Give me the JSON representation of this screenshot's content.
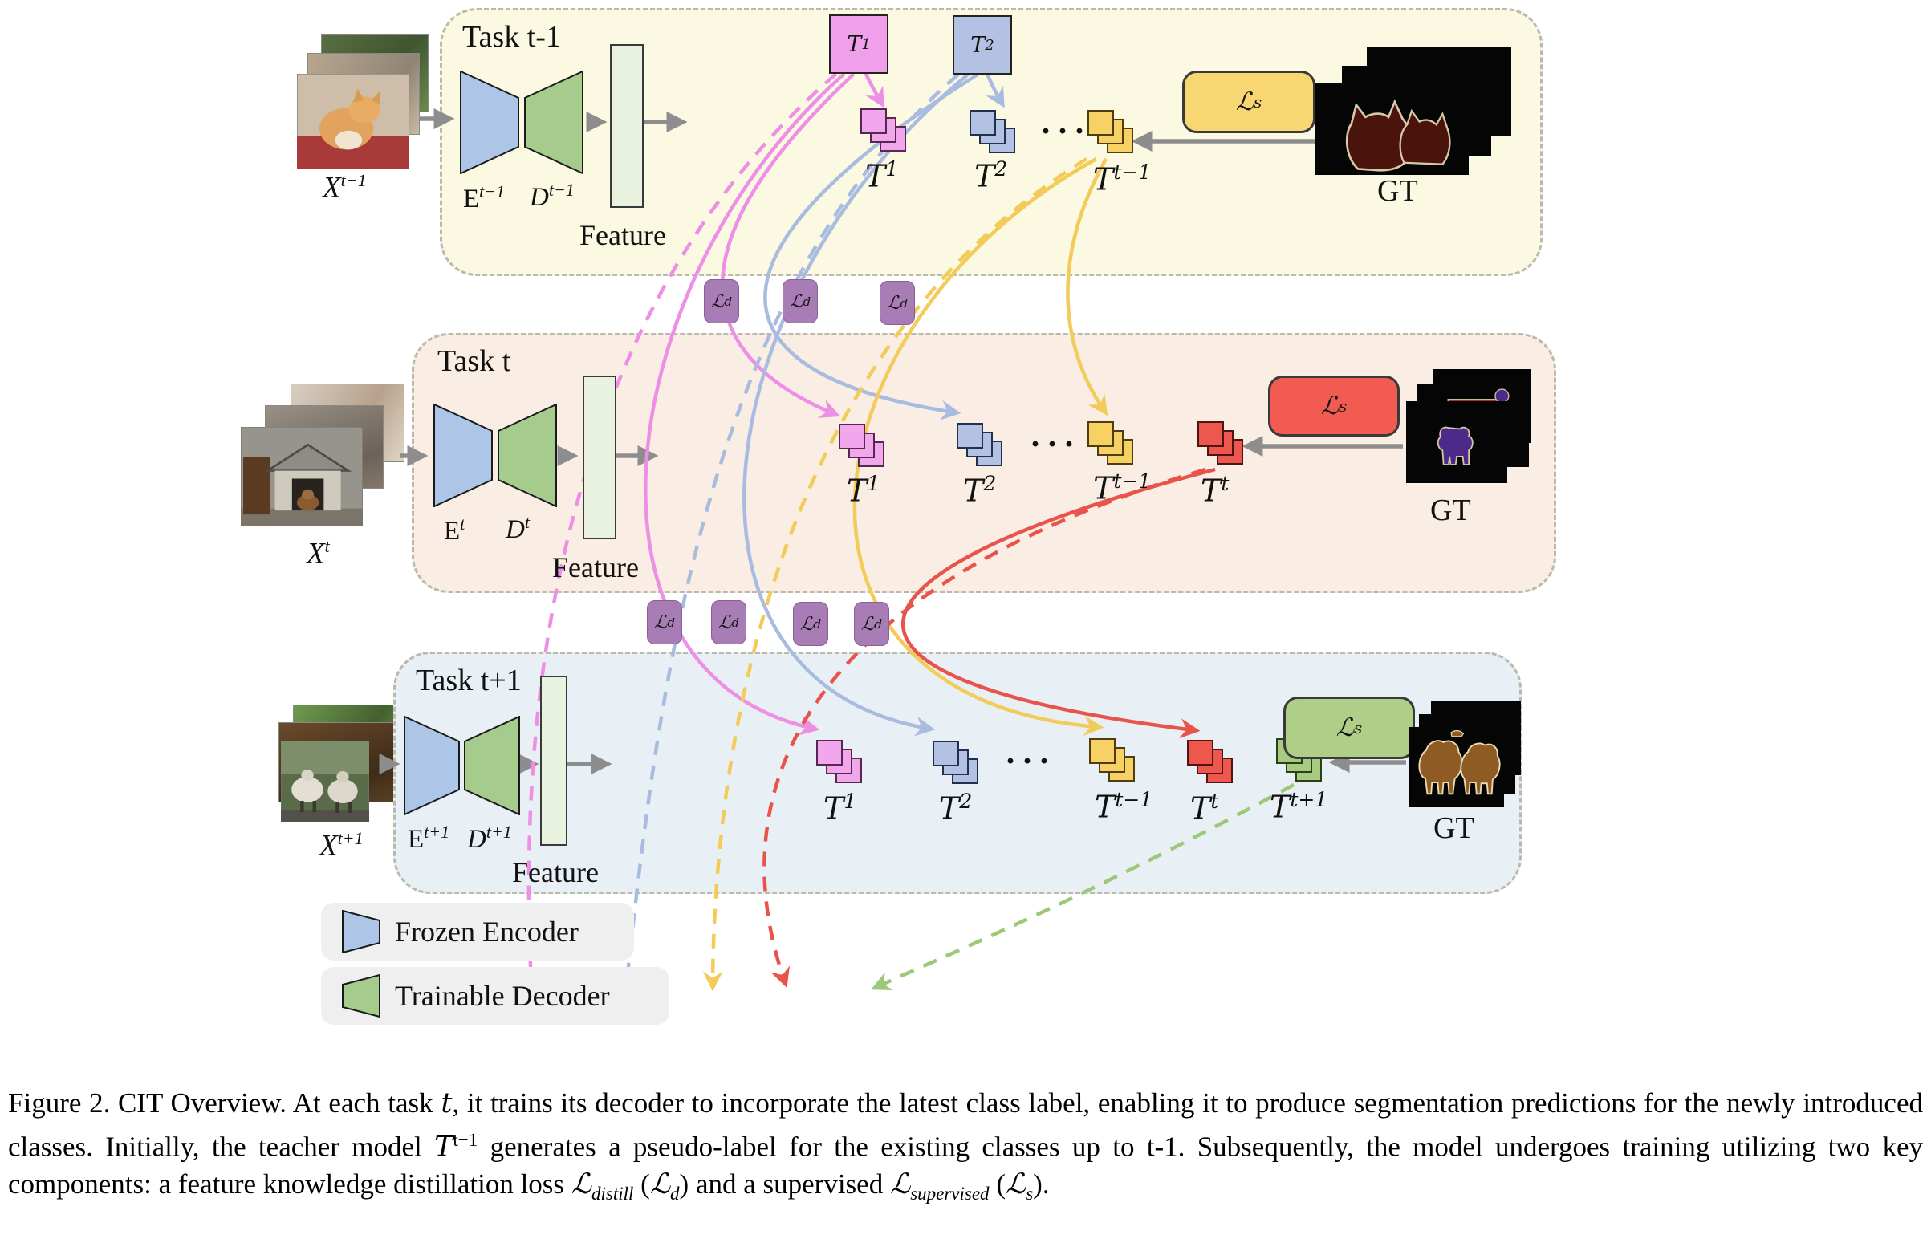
{
  "rows": [
    {
      "title": "Task t-1",
      "input": {
        "base": "X",
        "sup": "t−1"
      },
      "encoder": {
        "base": "E",
        "sup": "t−1"
      },
      "decoder": {
        "base": "D",
        "sup": "t−1"
      },
      "feature": "Feature",
      "gt": "GT",
      "dots": "···",
      "loss_s": {
        "base": "ℒ",
        "sub": "s"
      },
      "top_models": [
        {
          "base": "T",
          "sup": "1"
        },
        {
          "base": "T",
          "sup": "2"
        }
      ],
      "stacks": [
        {
          "base": "T",
          "sup": "1"
        },
        {
          "base": "T",
          "sup": "2"
        },
        {
          "base": "T",
          "sup": "t−1"
        }
      ]
    },
    {
      "title": "Task t",
      "input": {
        "base": "X",
        "sup": "t"
      },
      "encoder": {
        "base": "E",
        "sup": "t"
      },
      "decoder": {
        "base": "D",
        "sup": "t"
      },
      "feature": "Feature",
      "gt": "GT",
      "dots": "···",
      "loss_s": {
        "base": "ℒ",
        "sub": "s"
      },
      "stacks": [
        {
          "base": "T",
          "sup": "1"
        },
        {
          "base": "T",
          "sup": "2"
        },
        {
          "base": "T",
          "sup": "t−1"
        },
        {
          "base": "T",
          "sup": "t"
        }
      ]
    },
    {
      "title": "Task t+1",
      "input": {
        "base": "X",
        "sup": "t+1"
      },
      "encoder": {
        "base": "E",
        "sup": "t+1"
      },
      "decoder": {
        "base": "D",
        "sup": "t+1"
      },
      "feature": "Feature",
      "gt": "GT",
      "dots": "···",
      "loss_s": {
        "base": "ℒ",
        "sub": "s"
      },
      "stacks": [
        {
          "base": "T",
          "sup": "1"
        },
        {
          "base": "T",
          "sup": "2"
        },
        {
          "base": "T",
          "sup": "t−1"
        },
        {
          "base": "T",
          "sup": "t"
        },
        {
          "base": "T",
          "sup": "t+1"
        }
      ]
    }
  ],
  "loss_d": {
    "base": "ℒ",
    "sub": "d"
  },
  "legend": {
    "encoder": "Frozen Encoder",
    "decoder": "Trainable Decoder"
  },
  "caption": {
    "p1": "Figure 2.  CIT Overview.  At each task ",
    "t1": "t",
    "p2": ", it trains its decoder to incorporate the latest class label, enabling it to produce segmentation predictions for the newly introduced classes.  Initially, the teacher model ",
    "T": "T",
    "Tsup": "t−1",
    "p3": " generates a pseudo-label for the existing classes up to t-1.  Subsequently, the model undergoes training utilizing two key components:  a feature knowledge distillation loss ",
    "Ldist": "ℒ",
    "Ldistsub": "distill",
    "p4": " (",
    "Ld": "ℒ",
    "Ldsub": "d",
    "p5": ") and a supervised ",
    "Lsup": "ℒ",
    "Lsupsub": "supervised",
    "p6": " (",
    "Ls": "ℒ",
    "Lssub": "s",
    "p7": ")."
  },
  "colors": {
    "task_prev_bg": "#FCF9E3",
    "task_curr_bg": "#FAEDE4",
    "task_next_bg": "#E9F0F5",
    "encoder": "#ADC6E8",
    "decoder": "#A6CC8D",
    "feature": "#E8F2DF",
    "teacher_1": "#F0A0EA",
    "teacher_2": "#B3C2E2",
    "teacher_t_minus_1": "#F7D163",
    "teacher_t": "#EE574D",
    "teacher_t_plus_1": "#A6CB81",
    "loss_supervised_prev": "#F8D773",
    "loss_supervised_curr": "#F15B51",
    "loss_supervised_next": "#AFCF88",
    "loss_distill": "#A87CB5",
    "arrow_gray": "#8D8D8D"
  }
}
